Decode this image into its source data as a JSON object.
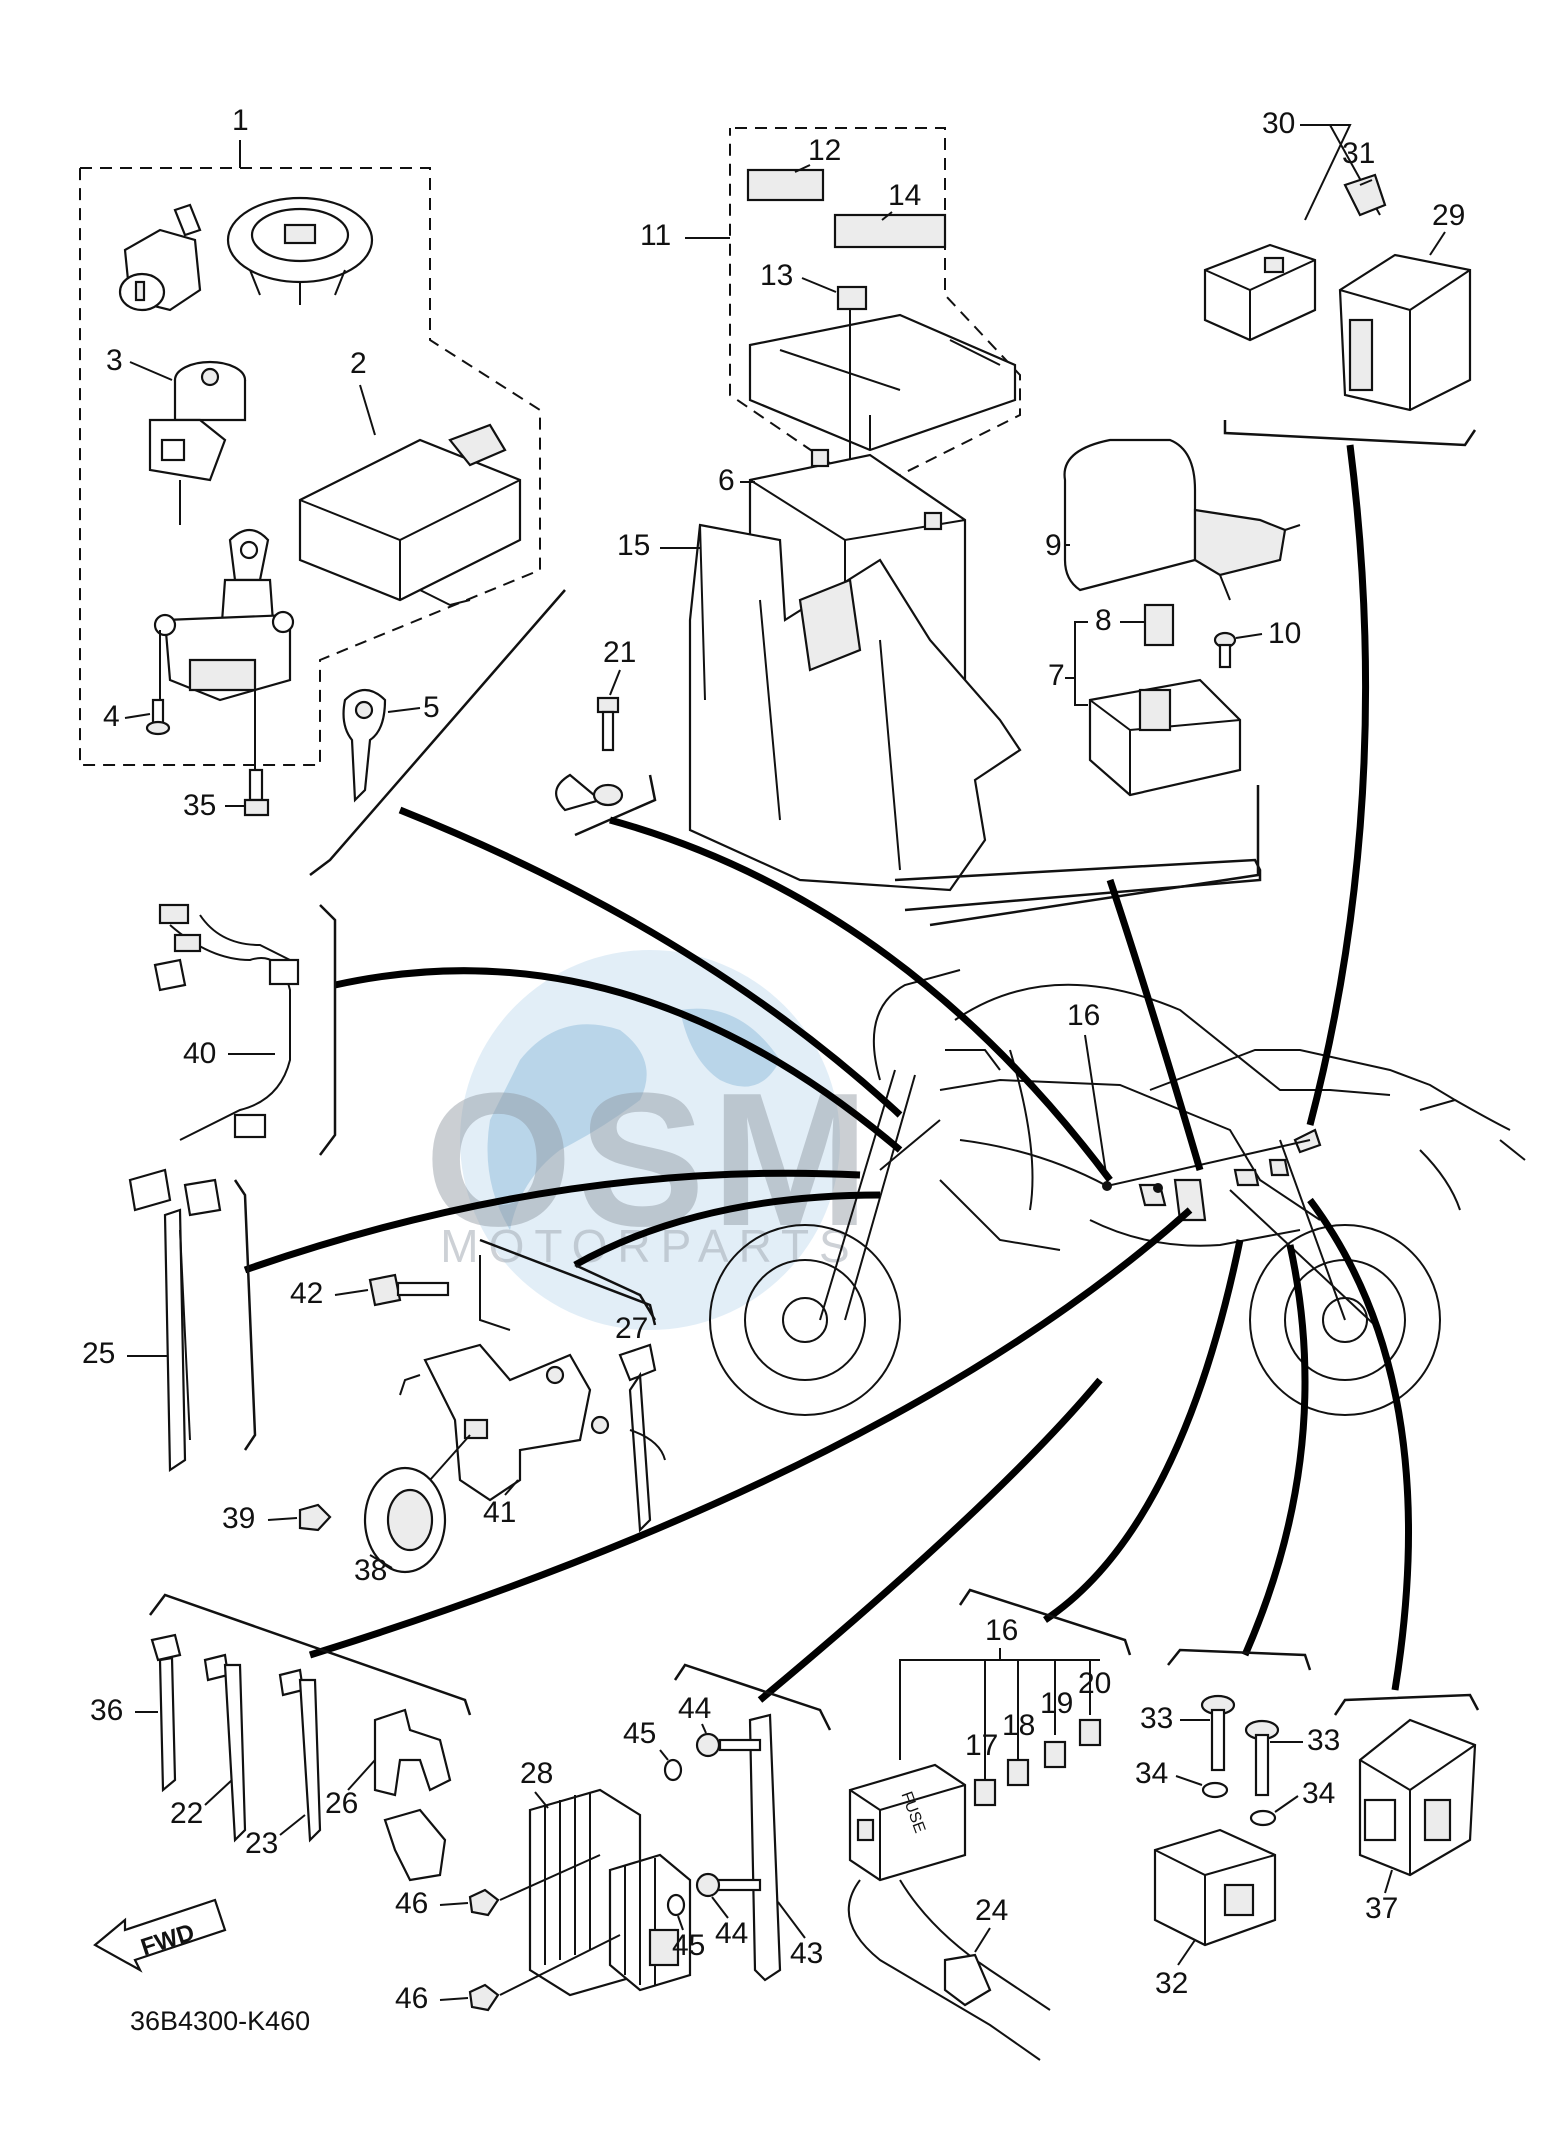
{
  "diagram": {
    "code": "36B4300-K460",
    "fwd_label": "FWD",
    "fuse_label": "FUSE",
    "watermark": {
      "main": "OSM",
      "sub": "MOTORPARTS"
    },
    "callouts": {
      "c1": "1",
      "c2": "2",
      "c3": "3",
      "c4": "4",
      "c5": "5",
      "c6": "6",
      "c7": "7",
      "c8": "8",
      "c9": "9",
      "c10": "10",
      "c11": "11",
      "c12": "12",
      "c13": "13",
      "c14": "14",
      "c15": "15",
      "c16a": "16",
      "c16b": "16",
      "c17": "17",
      "c18": "18",
      "c19": "19",
      "c20": "20",
      "c21": "21",
      "c22": "22",
      "c23": "23",
      "c24": "24",
      "c25": "25",
      "c26": "26",
      "c27": "27",
      "c28": "28",
      "c29": "29",
      "c30": "30",
      "c31": "31",
      "c32": "32",
      "c33a": "33",
      "c33b": "33",
      "c34a": "34",
      "c34b": "34",
      "c35": "35",
      "c36": "36",
      "c37": "37",
      "c38": "38",
      "c39": "39",
      "c40": "40",
      "c41": "41",
      "c42": "42",
      "c43": "43",
      "c44a": "44",
      "c44b": "44",
      "c45a": "45",
      "c45b": "45",
      "c46a": "46",
      "c46b": "46"
    },
    "colors": {
      "line": "#111111",
      "watermark_globe": "#b9d6ea",
      "watermark_text": "#8e96a0"
    }
  }
}
